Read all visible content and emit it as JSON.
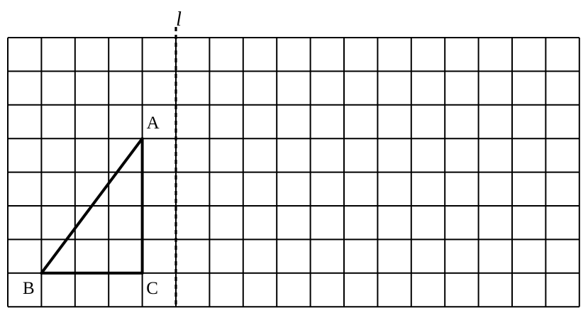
{
  "grid": {
    "columns": 17,
    "rows": 8
  },
  "line_l": {
    "label": "l",
    "column": 5
  },
  "triangle": {
    "points": [
      {
        "label": "A",
        "col": 4,
        "row": 3
      },
      {
        "label": "B",
        "col": 1,
        "row": 7
      },
      {
        "label": "C",
        "col": 4,
        "row": 7
      }
    ]
  }
}
